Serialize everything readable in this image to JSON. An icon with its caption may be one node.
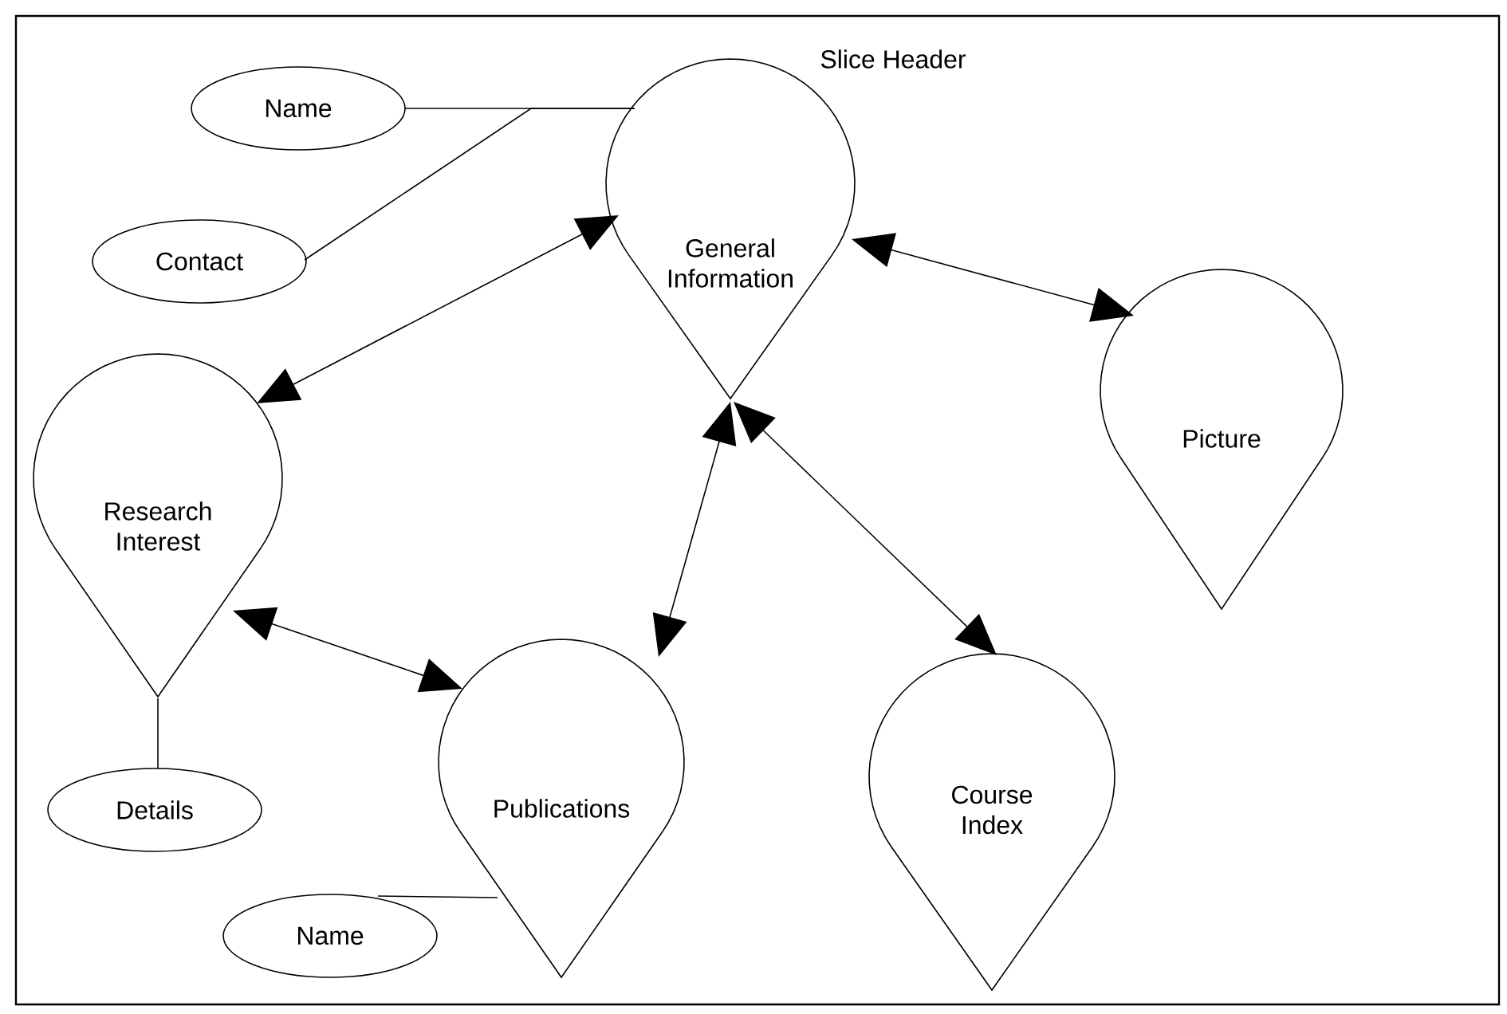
{
  "diagram": {
    "title": "Slice Header",
    "nodes": [
      {
        "text": [
          "Name"
        ]
      },
      {
        "text": [
          "General Information"
        ]
      },
      {
        "text": [
          "Contact"
        ]
      },
      {
        "text": [
          "Picture"
        ]
      },
      {
        "text": [
          "Research Interest"
        ]
      },
      {
        "text": [
          "Publications"
        ]
      },
      {
        "text": [
          "Course Index"
        ]
      },
      {
        "text": [
          "Details"
        ]
      },
      {
        "text": [
          "Name"
        ]
      }
    ],
    "edges": [
      {
        "from": 0,
        "to": 1,
        "arrow": "none"
      },
      {
        "from": 2,
        "to": 1,
        "arrow": "none"
      },
      {
        "from": 1,
        "to": 4,
        "arrow": "both"
      },
      {
        "from": 1,
        "to": 3,
        "arrow": "both"
      },
      {
        "from": 1,
        "to": 5,
        "arrow": "both"
      },
      {
        "from": 1,
        "to": 6,
        "arrow": "both"
      },
      {
        "from": 4,
        "to": 5,
        "arrow": "both"
      },
      {
        "from": 4,
        "to": 7,
        "arrow": "none"
      },
      {
        "from": 5,
        "to": 8,
        "arrow": "none"
      }
    ]
  }
}
